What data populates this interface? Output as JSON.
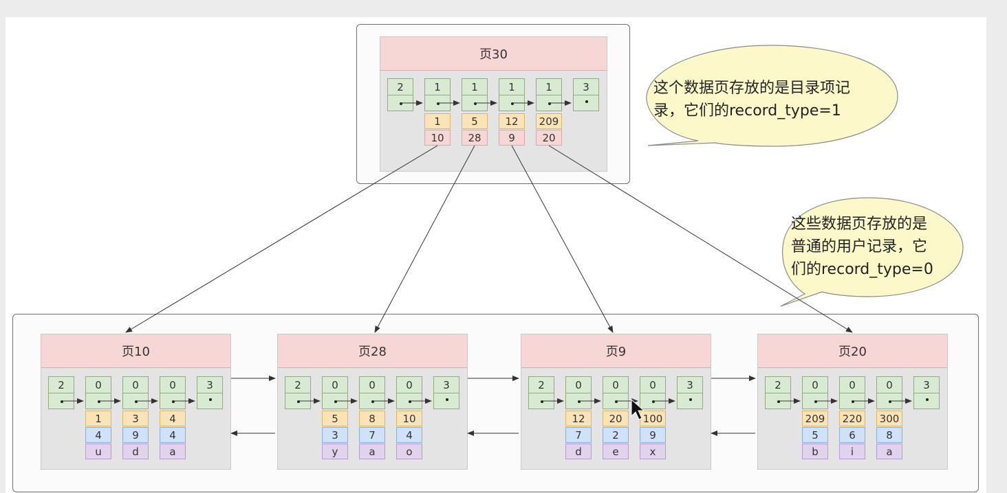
{
  "top_page": {
    "title": "页30",
    "records": [
      {
        "type": "2"
      },
      {
        "type": "1",
        "key": "1",
        "page_no": "10"
      },
      {
        "type": "1",
        "key": "5",
        "page_no": "28"
      },
      {
        "type": "1",
        "key": "12",
        "page_no": "9"
      },
      {
        "type": "1",
        "key": "209",
        "page_no": "20"
      },
      {
        "type": "3"
      }
    ]
  },
  "leaf_pages": [
    {
      "title": "页10",
      "records": [
        [
          "1",
          "4",
          "u"
        ],
        [
          "3",
          "9",
          "d"
        ],
        [
          "4",
          "4",
          "a"
        ]
      ]
    },
    {
      "title": "页28",
      "records": [
        [
          "5",
          "3",
          "y"
        ],
        [
          "8",
          "7",
          "a"
        ],
        [
          "10",
          "4",
          "o"
        ]
      ]
    },
    {
      "title": "页9",
      "records": [
        [
          "12",
          "7",
          "d"
        ],
        [
          "20",
          "2",
          "e"
        ],
        [
          "100",
          "9",
          "x"
        ]
      ]
    },
    {
      "title": "页20",
      "records": [
        [
          "209",
          "5",
          "b"
        ],
        [
          "220",
          "6",
          "i"
        ],
        [
          "300",
          "8",
          "a"
        ]
      ]
    }
  ],
  "leaf_record_types": {
    "infimum": "2",
    "user": "0",
    "supremum": "3"
  },
  "callouts": {
    "directory": {
      "line1": "这个数据页存放的是目录项记",
      "line2": "录，它们的record_type=1"
    },
    "user": {
      "line1": "这些数据页存放的是",
      "line2": "普通的用户记录，它",
      "line3": "们的record_type=0"
    }
  },
  "colors": {
    "page_header": "#f7d7d6",
    "record_green": "#d8ead2",
    "key_orange": "#fbe3b8",
    "page_no_pink": "#f7d7d6",
    "col_blue": "#cfe2f8",
    "col_purple": "#e1d3ec",
    "bubble_yellow": "#fdf8c9"
  }
}
